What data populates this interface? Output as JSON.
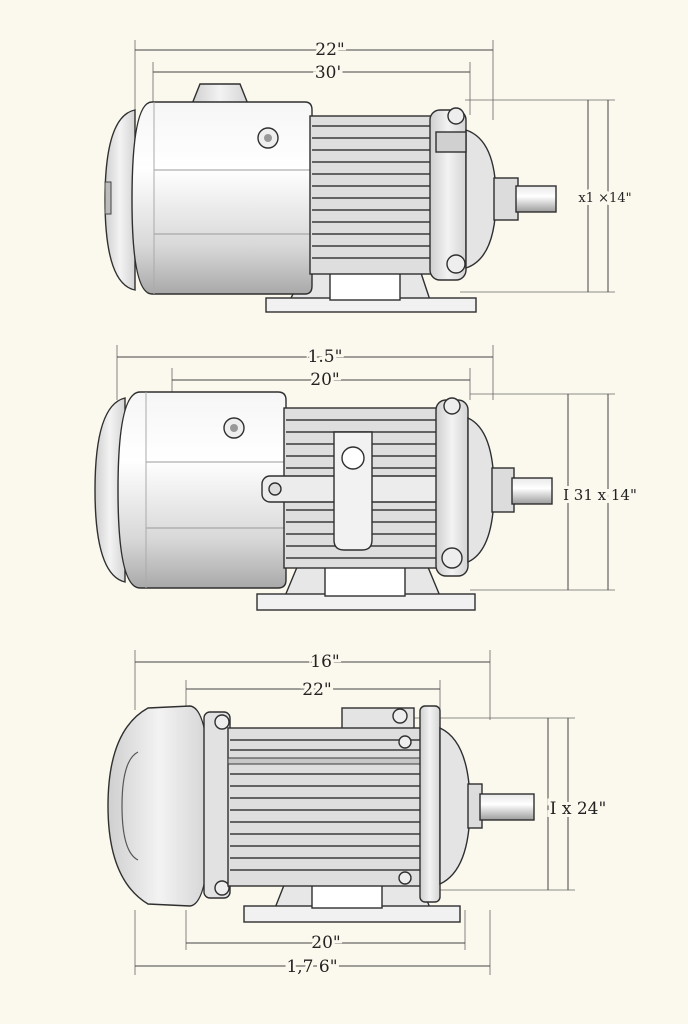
{
  "views": [
    {
      "name": "motor-view-1",
      "dimensions": {
        "overall_width": "22\"",
        "body_width": "30'",
        "height": "x1 ×14\""
      }
    },
    {
      "name": "motor-view-2",
      "dimensions": {
        "overall_width": "1.5\"",
        "body_width": "20\"",
        "height": "I  31 x 14\""
      }
    },
    {
      "name": "motor-view-3",
      "dimensions": {
        "overall_width": "16\"",
        "body_width": "22\"",
        "height": "I  x 24\"",
        "base_width": "20\"",
        "base_overall": "1,7 6\""
      }
    }
  ],
  "colors": {
    "background": "#fbf9ee",
    "line": "#2f2f2f",
    "metal": "#e6e6e6",
    "metal_dark": "#9a9a9a"
  }
}
